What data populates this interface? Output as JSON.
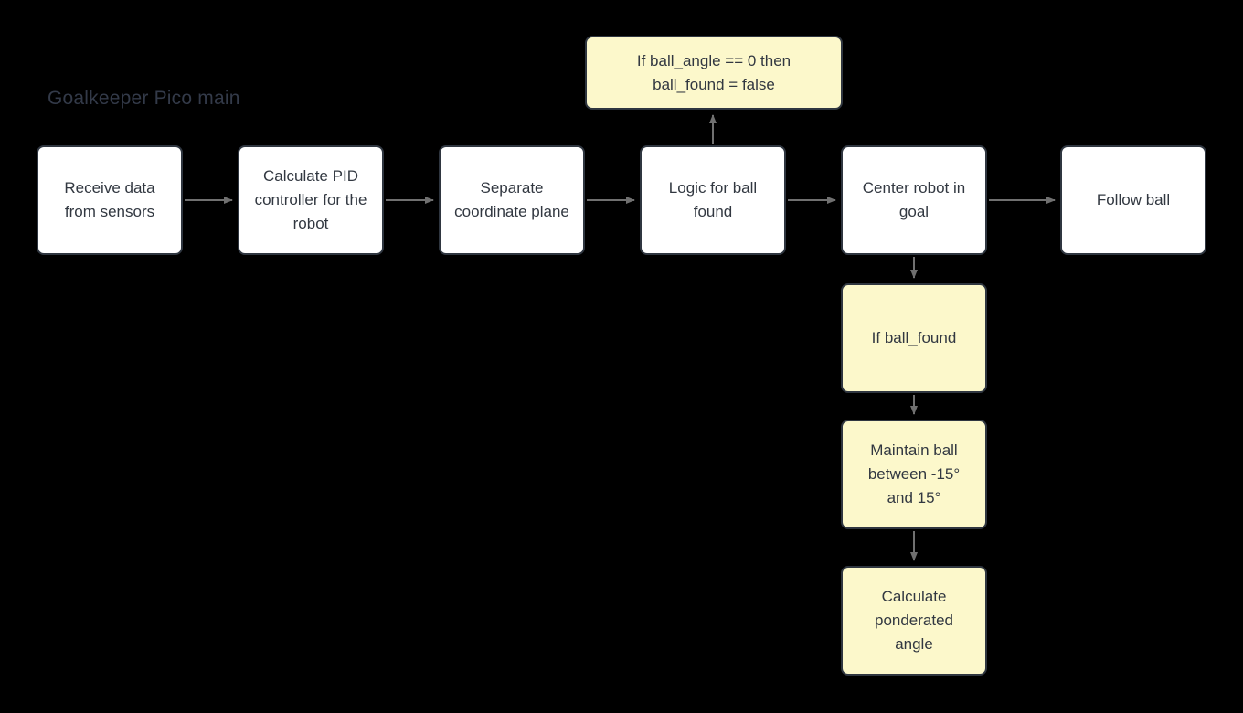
{
  "title": "Goalkeeper Pico main",
  "colors": {
    "background": "#000000",
    "process_fill": "#ffffff",
    "condition_fill": "#fcf8cb",
    "border": "#2f3640",
    "arrow": "#707070",
    "node_text": "#323841",
    "title_text": "#333a49"
  },
  "nodes": [
    {
      "id": "receive",
      "label": "Receive data from sensors",
      "kind": "process"
    },
    {
      "id": "pid",
      "label": "Calculate PID controller for the robot",
      "kind": "process"
    },
    {
      "id": "separate",
      "label": "Separate coordinate plane",
      "kind": "process"
    },
    {
      "id": "logic",
      "label": "Logic for ball found",
      "kind": "process"
    },
    {
      "id": "center",
      "label": "Center robot in goal",
      "kind": "process"
    },
    {
      "id": "follow",
      "label": "Follow ball",
      "kind": "process"
    },
    {
      "id": "ball-angle-note",
      "label": "If ball_angle == 0 then ball_found = false",
      "kind": "condition"
    },
    {
      "id": "if-ball-found",
      "label": "If ball_found",
      "kind": "condition"
    },
    {
      "id": "maintain",
      "label": "Maintain ball between -15° and 15°",
      "kind": "condition"
    },
    {
      "id": "ponderated",
      "label": "Calculate ponderated angle",
      "kind": "condition"
    }
  ],
  "edges": [
    {
      "from": "receive",
      "to": "pid",
      "direction": "right"
    },
    {
      "from": "pid",
      "to": "separate",
      "direction": "right"
    },
    {
      "from": "separate",
      "to": "logic",
      "direction": "right"
    },
    {
      "from": "logic",
      "to": "center",
      "direction": "right"
    },
    {
      "from": "center",
      "to": "follow",
      "direction": "right"
    },
    {
      "from": "logic",
      "to": "ball-angle-note",
      "direction": "up"
    },
    {
      "from": "center",
      "to": "if-ball-found",
      "direction": "down"
    },
    {
      "from": "if-ball-found",
      "to": "maintain",
      "direction": "down"
    },
    {
      "from": "maintain",
      "to": "ponderated",
      "direction": "down"
    }
  ]
}
